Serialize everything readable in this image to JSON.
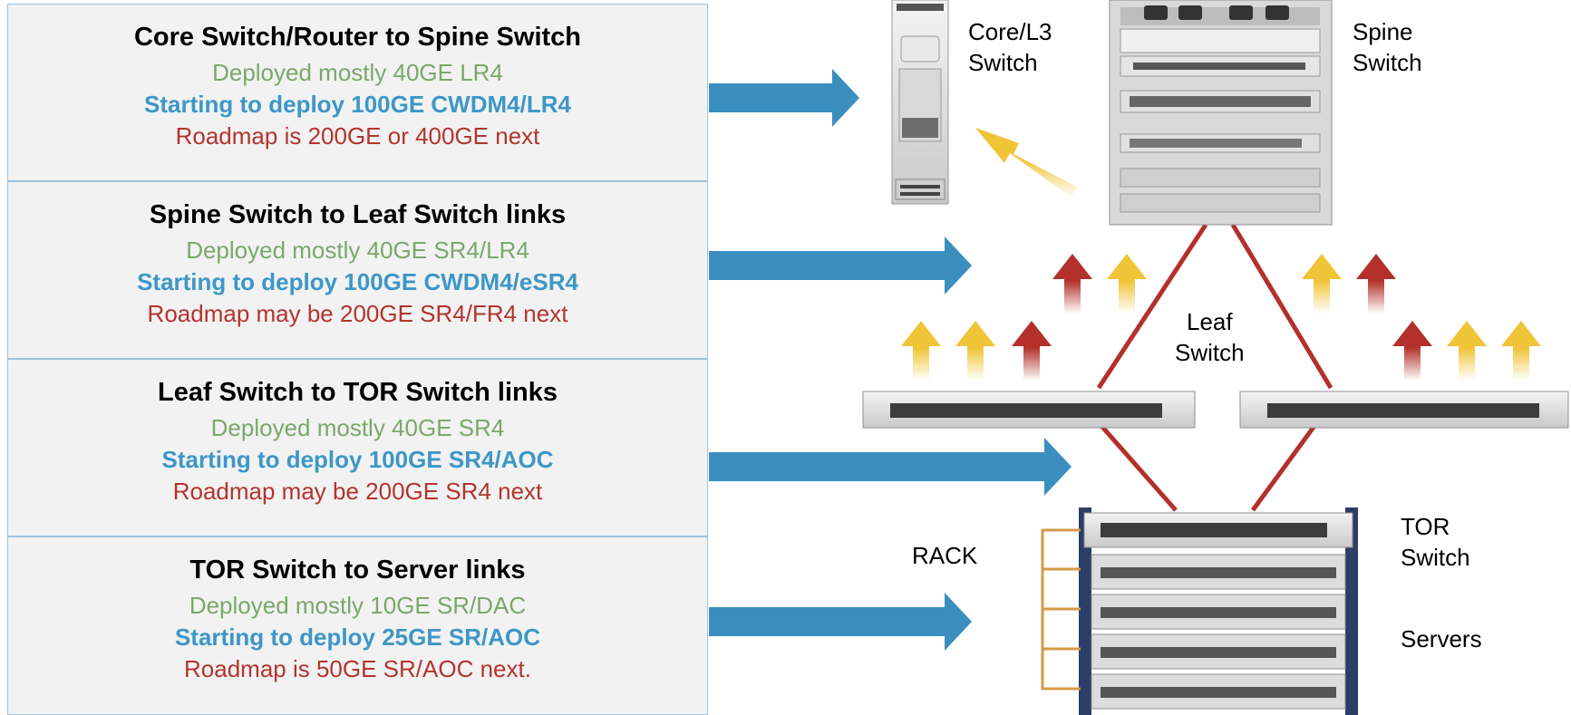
{
  "panels": [
    {
      "title": "Core Switch/Router to Spine Switch",
      "deployed": "Deployed mostly 40GE LR4",
      "starting": "Starting to deploy 100GE CWDM4/LR4",
      "roadmap": "Roadmap is 200GE or 400GE next"
    },
    {
      "title": "Spine Switch to Leaf Switch links",
      "deployed": "Deployed mostly 40GE SR4/LR4",
      "starting": "Starting to deploy 100GE CWDM4/eSR4",
      "roadmap": "Roadmap may be 200GE SR4/FR4 next"
    },
    {
      "title": "Leaf Switch to TOR Switch links",
      "deployed": "Deployed mostly 40GE SR4",
      "starting": "Starting to deploy 100GE SR4/AOC",
      "roadmap": "Roadmap may be 200GE SR4 next"
    },
    {
      "title": "TOR Switch to Server links",
      "deployed": "Deployed mostly 10GE SR/DAC",
      "starting": "Starting to deploy 25GE SR/AOC",
      "roadmap": "Roadmap is 50GE SR/AOC next."
    }
  ],
  "labels": {
    "core_l1": "Core/L3",
    "core_l2": "Switch",
    "spine_l1": "Spine",
    "spine_l2": "Switch",
    "leaf_l1": "Leaf",
    "leaf_l2": "Switch",
    "rack": "RACK",
    "tor_l1": "TOR",
    "tor_l2": "Switch",
    "servers": "Servers"
  },
  "colors": {
    "arrow_blue": "#3a8fbf",
    "link_red": "#b3302b",
    "up_yellow": "#f0c437",
    "up_red": "#b3302b",
    "panel_bg": "#f2f2f2",
    "rack_rail": "#2c3e66"
  }
}
